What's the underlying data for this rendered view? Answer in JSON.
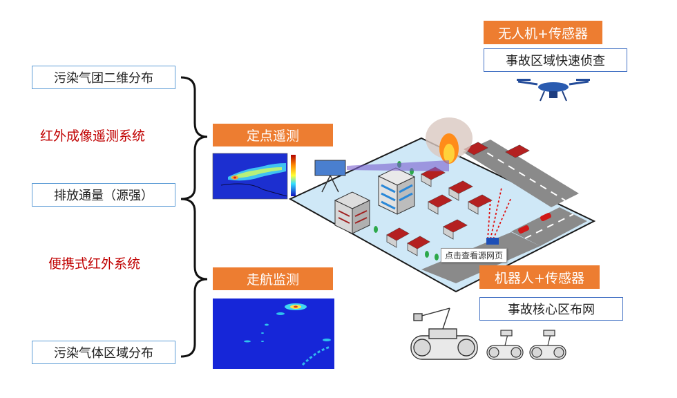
{
  "left": {
    "top_box": "污染气团二维分布",
    "system1": "红外成像遥测系统",
    "middle_box": "排放通量（源强）",
    "system2": "便携式红外系统",
    "bottom_box": "污染气体区域分布"
  },
  "fixed": {
    "label": "定点遥测"
  },
  "mobile": {
    "label": "走航监测"
  },
  "drone": {
    "label": "无人机+传感器",
    "task": "事故区域快速侦查"
  },
  "robot": {
    "label": "机器人+传感器",
    "task": "事故核心区布网"
  },
  "tooltip": "点击查看源网页",
  "colors": {
    "orange": "#ed7d31",
    "blue_border": "#5b9bd5",
    "red_text": "#c00000"
  }
}
